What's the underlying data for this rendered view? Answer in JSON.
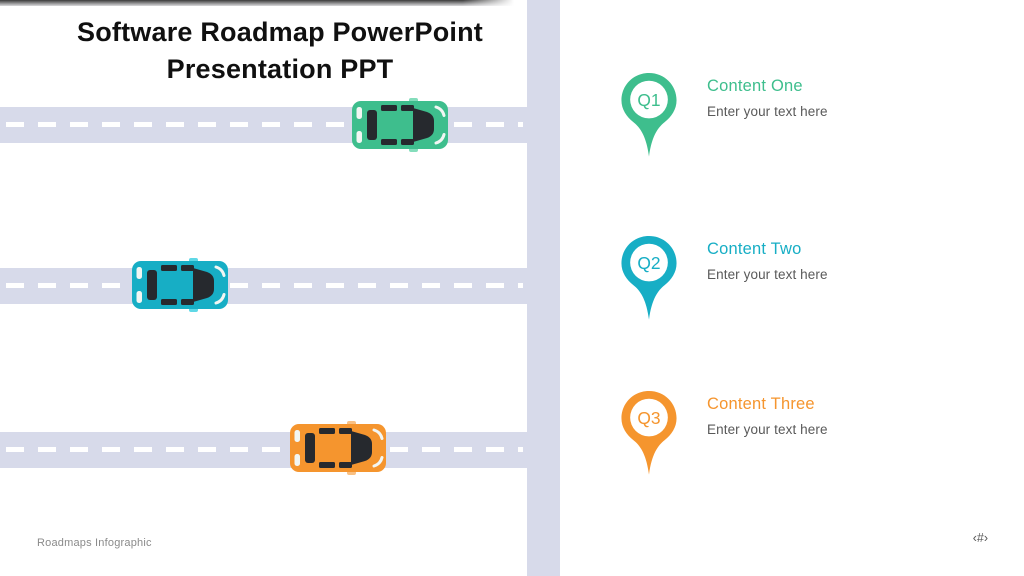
{
  "slide": {
    "title_line1": "Software Roadmap PowerPoint",
    "title_line2": "Presentation PPT",
    "footer_left": "Roadmaps Infographic",
    "slide_number_placeholder": "‹#›"
  },
  "colors": {
    "road": "#D7DAEA",
    "road_dash": "#FFFFFF",
    "title_text": "#101010",
    "body_text": "#595959",
    "footer_text": "#8A8A8A",
    "car_window": "#26292E",
    "green": "#3EBE8D",
    "teal": "#17AEC5",
    "orange": "#F5952E"
  },
  "cars": [
    {
      "name": "green-car",
      "color": "#3EBE8D",
      "mirror": "#84DDBB"
    },
    {
      "name": "teal-car",
      "color": "#17AEC5",
      "mirror": "#5FD8E6"
    },
    {
      "name": "orange-car",
      "color": "#F5952E",
      "mirror": "#F9C083"
    }
  ],
  "content_items": [
    {
      "pin_label": "Q1",
      "heading": "Content One",
      "body": "Enter your text here",
      "color": "#3EBE8D"
    },
    {
      "pin_label": "Q2",
      "heading": "Content Two",
      "body": "Enter your text here",
      "color": "#17AEC5"
    },
    {
      "pin_label": "Q3",
      "heading": "Content Three",
      "body": "Enter your text here",
      "color": "#F5952E"
    }
  ]
}
